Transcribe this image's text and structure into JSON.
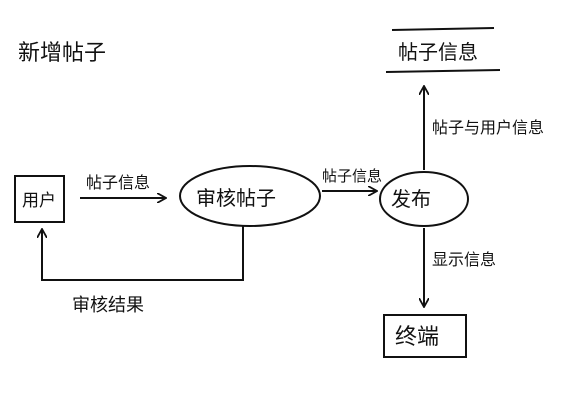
{
  "title": "新增帖子",
  "nodes": {
    "user": "用户",
    "review": "审核帖子",
    "publish": "发布",
    "post_store": "帖子信息",
    "terminal": "终端"
  },
  "edges": {
    "user_to_review": "帖子信息",
    "review_to_publish": "帖子信息",
    "review_result": "审核结果",
    "publish_to_store": "帖子与用户信息",
    "publish_to_terminal": "显示信息"
  },
  "colors": {
    "ink": "#111111",
    "paper": "#ffffff"
  }
}
